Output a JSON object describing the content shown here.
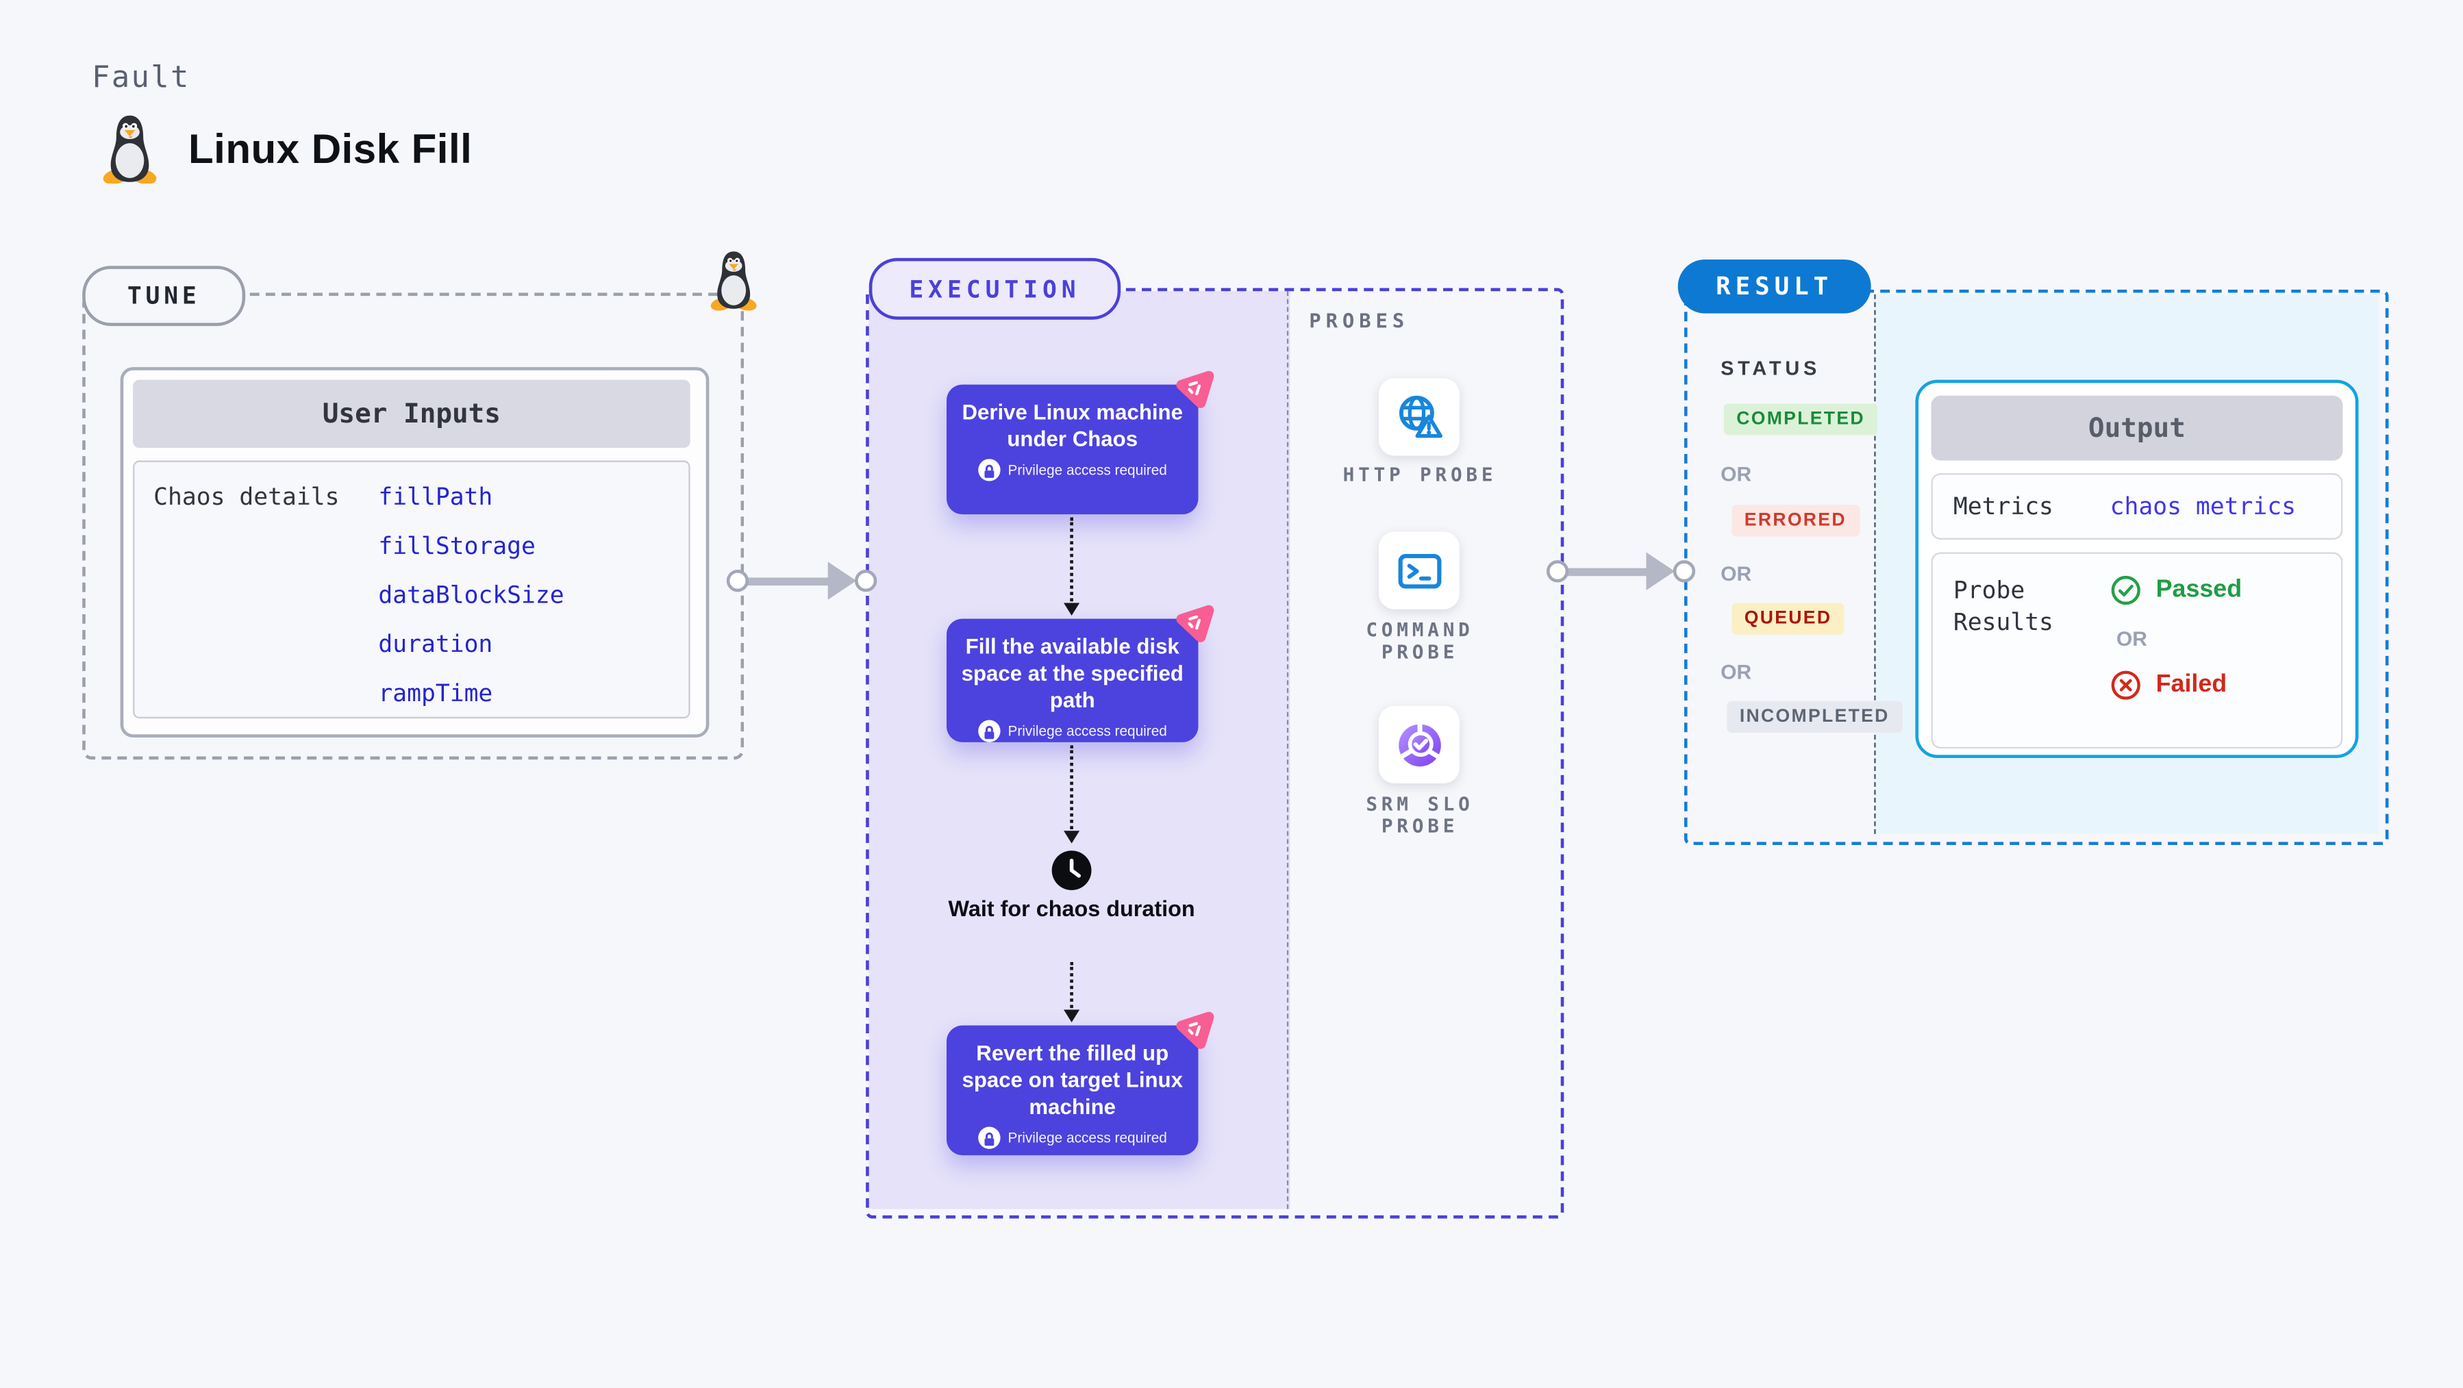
{
  "header": {
    "kicker": "Fault",
    "title": "Linux Disk Fill"
  },
  "tune": {
    "pill": "TUNE",
    "card": {
      "title": "User Inputs",
      "row_label": "Chaos details",
      "inputs": [
        "fillPath",
        "fillStorage",
        "dataBlockSize",
        "duration",
        "rampTime"
      ]
    }
  },
  "execution": {
    "pill": "EXECUTION",
    "privilege_note": "Privilege access required",
    "steps": [
      {
        "title": "Derive Linux machine under Chaos"
      },
      {
        "title": "Fill the available disk space at the specified path"
      },
      {
        "title": "Revert the filled up space on target Linux machine"
      }
    ],
    "wait_step": "Wait for chaos duration"
  },
  "probes": {
    "title": "PROBES",
    "items": [
      {
        "label": "HTTP PROBE",
        "icon": "globe-alert-icon"
      },
      {
        "label": "COMMAND PROBE",
        "icon": "terminal-icon"
      },
      {
        "label": "SRM SLO PROBE",
        "icon": "slo-donut-icon"
      }
    ]
  },
  "result": {
    "pill": "RESULT",
    "status_title": "STATUS",
    "or_label": "OR",
    "statuses": [
      {
        "label": "COMPLETED"
      },
      {
        "label": "ERRORED"
      },
      {
        "label": "QUEUED"
      },
      {
        "label": "INCOMPLETED"
      }
    ],
    "output": {
      "title": "Output",
      "metrics_label": "Metrics",
      "metrics_value": "chaos metrics",
      "probe_results_label": "Probe Results",
      "passed_label": "Passed",
      "failed_label": "Failed"
    }
  },
  "colors": {
    "page_bg": "#F6F7FA",
    "accent_indigo": "#4C42DE",
    "lavender_fill": "#E5E2F9",
    "accent_pink": "#F85E93",
    "result_blue": "#0D79D3",
    "output_border_cyan": "#14A3E2",
    "result_light_blue": "#E9F5FC",
    "probe_icon_blue": "#1886DC",
    "srm_purple": "#7E3FF2",
    "completed_green": "#1B8A3A",
    "errored_red": "#CE3A2C",
    "queued_text": "#AD140D",
    "incompleted_gray": "#5D6572",
    "passed_green": "#1F9D43",
    "failed_red": "#D3281C",
    "value_blue": "#2424D0"
  }
}
